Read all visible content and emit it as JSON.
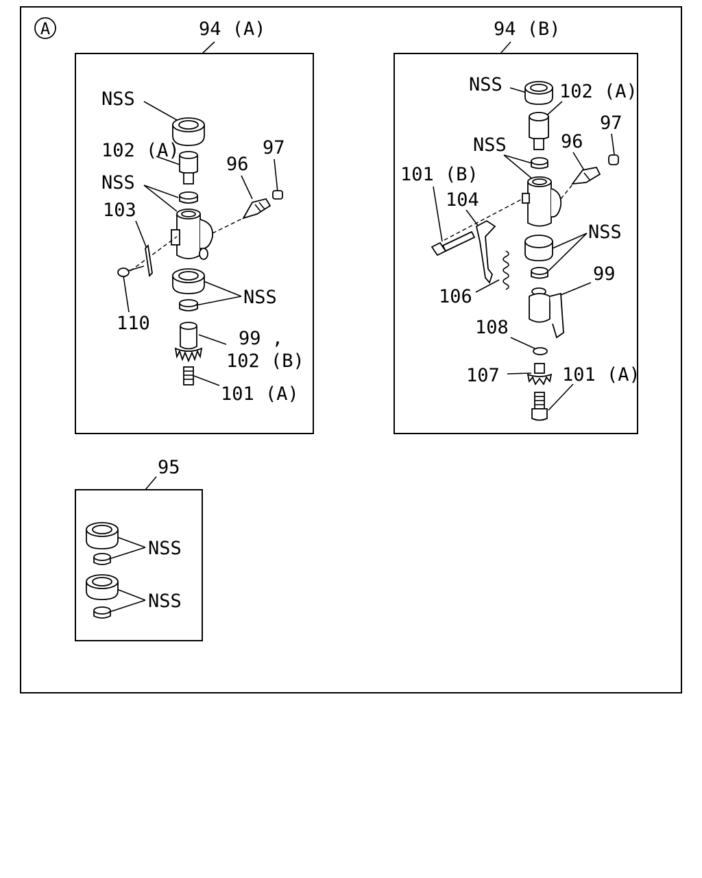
{
  "diagram": {
    "circle_label": "A",
    "box_a": {
      "title": "94 (A)",
      "labels": {
        "nss_top": "NSS",
        "p102a": "102 (A)",
        "nss_mid": "NSS",
        "p96": "96",
        "p97": "97",
        "p103": "103",
        "nss_low": "NSS",
        "p110": "110",
        "p99": "99 ,",
        "p102b": "102 (B)",
        "p101a": "101 (A)"
      }
    },
    "box_b": {
      "title": "94 (B)",
      "labels": {
        "nss_top": "NSS",
        "p102a": "102 (A)",
        "p97": "97",
        "nss_mid": "NSS",
        "p96": "96",
        "p101b": "101 (B)",
        "p104": "104",
        "nss_low": "NSS",
        "p99": "99",
        "p106": "106",
        "p108": "108",
        "p107": "107",
        "p101a": "101 (A)"
      }
    },
    "box_95": {
      "title": "95",
      "labels": {
        "nss_1": "NSS",
        "nss_2": "NSS"
      }
    }
  }
}
